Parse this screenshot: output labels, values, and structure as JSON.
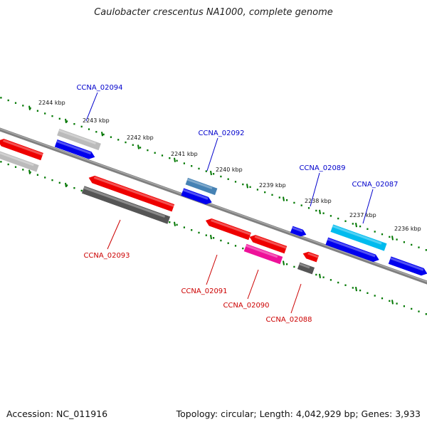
{
  "title": "Caulobacter crescentus NA1000, complete genome",
  "footer": {
    "accession": "Accession: NC_011916",
    "summary": "Topology: circular; Length: 4,042,929 bp; Genes: 3,933"
  },
  "scale_labels": [
    "2244 kbp",
    "2243 kbp",
    "2242 kbp",
    "2241 kbp",
    "2240 kbp",
    "2239 kbp",
    "2238 kbp",
    "2237 kbp",
    "2236 kbp"
  ],
  "gene_labels": [
    "CCNA_02094",
    "CCNA_02092",
    "CCNA_02089",
    "CCNA_02087",
    "CCNA_02093",
    "CCNA_02091",
    "CCNA_02090",
    "CCNA_02088"
  ],
  "colors": {
    "forward_label": "#0000cc",
    "reverse_label": "#cc0000",
    "backbone": "#808080",
    "scale_ticks": "#007700",
    "blue": "#0000ee",
    "red": "#ee0000",
    "dark_gray": "#555555",
    "light_gray": "#bbbbbb",
    "steel_blue": "#4682b4",
    "cyan": "#00bbee",
    "magenta": "#ee1199"
  }
}
